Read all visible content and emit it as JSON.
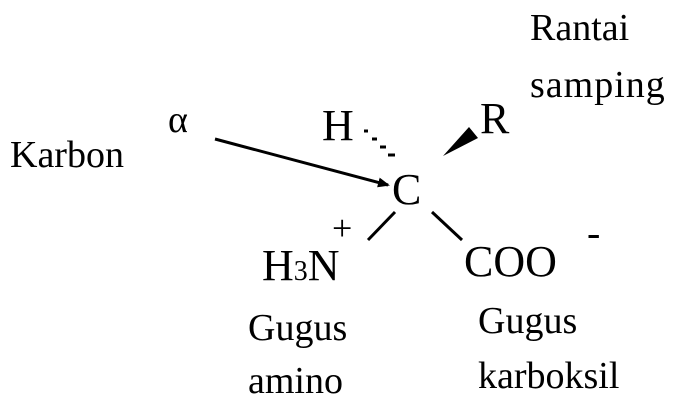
{
  "labels": {
    "karbon": "Karbon",
    "alpha": "α",
    "rantai_1": "Rantai",
    "rantai_2": "samping",
    "gugus_amino_1": "Gugus",
    "gugus_amino_2": "amino",
    "gugus_karboksil_1": "Gugus",
    "gugus_karboksil_2": "karboksil"
  },
  "atoms": {
    "center": "C",
    "hydrogen": "H",
    "side_chain": "R",
    "amine_h": "H",
    "amine_sub": "3",
    "amine_n": "N",
    "amine_charge": "+",
    "carboxyl": "COO",
    "carboxyl_charge": "-"
  },
  "colors": {
    "ink": "#000000",
    "background": "#ffffff"
  }
}
